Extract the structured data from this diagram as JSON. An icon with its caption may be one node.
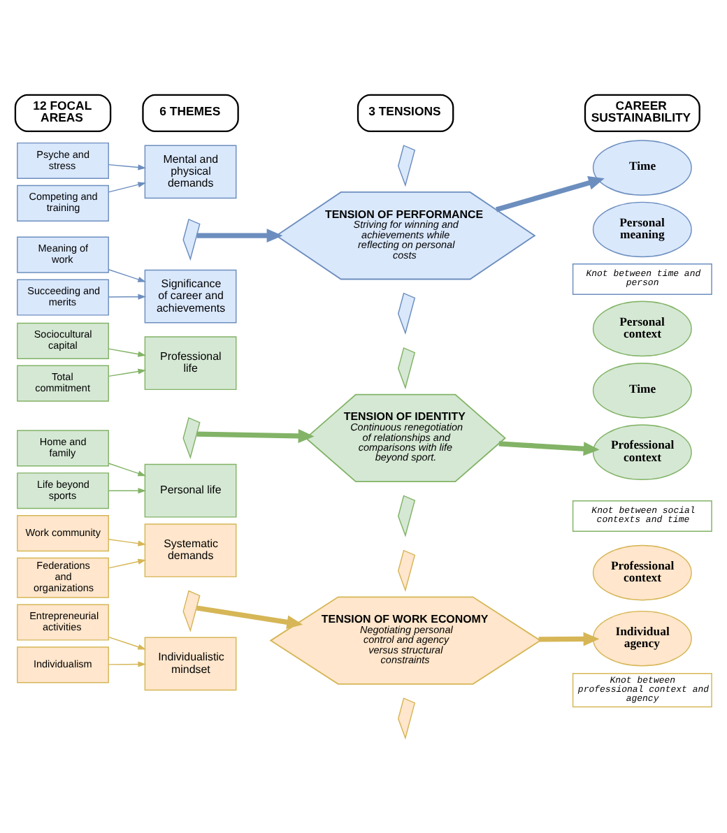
{
  "diagram": {
    "nodes": [
      {
        "text": [
          "12 FOCAL AREAS"
        ]
      },
      {
        "text": [
          "6 THEMES"
        ]
      },
      {
        "text": [
          "3 TENSIONS"
        ]
      },
      {
        "text": [
          "CAREER SUSTAINABILITY"
        ]
      },
      {
        "text": [
          "Psyche and stress"
        ]
      },
      {
        "text": [
          "Competing and training"
        ]
      },
      {
        "text": [
          "Meaning of work"
        ]
      },
      {
        "text": [
          "Succeeding and merits"
        ]
      },
      {
        "text": [
          "Mental and physical demands"
        ]
      },
      {
        "text": [],
        "shape": "lightning"
      },
      {
        "text": [
          "Significance of career and achievements"
        ]
      },
      {
        "text": [],
        "shape": "lightning"
      },
      {
        "text": [
          "TENSION OF PERFORMANCE",
          "Striving for winning and achievements while reflecting on personal costs"
        ]
      },
      {
        "text": [],
        "shape": "lightning"
      },
      {
        "text": [
          "Time"
        ]
      },
      {
        "text": [
          "Personal meaning"
        ]
      },
      {
        "text": [
          "Knot between time and person"
        ]
      },
      {
        "text": [
          "Sociocultural capital"
        ]
      },
      {
        "text": [
          "Total commitment"
        ]
      },
      {
        "text": [
          "Home and family"
        ]
      },
      {
        "text": [
          "Life beyond sports"
        ]
      },
      {
        "text": [
          "Professional life"
        ]
      },
      {
        "text": [],
        "shape": "lightning"
      },
      {
        "text": [
          "Personal life"
        ]
      },
      {
        "text": [],
        "shape": "lightning"
      },
      {
        "text": [
          "TENSION OF IDENTITY",
          "Continuous renegotiation of relationships and comparisons with life beyond sport."
        ]
      },
      {
        "text": [],
        "shape": "lightning"
      },
      {
        "text": [
          "Personal context"
        ]
      },
      {
        "text": [
          "Time"
        ]
      },
      {
        "text": [
          "Professional context"
        ]
      },
      {
        "text": [
          "Knot between social contexts and time"
        ]
      },
      {
        "text": [
          "Work community"
        ]
      },
      {
        "text": [
          "Federations and organizations"
        ]
      },
      {
        "text": [
          "Entrepreneurial activities"
        ]
      },
      {
        "text": [
          "Individualism"
        ]
      },
      {
        "text": [
          "Systematic demands"
        ]
      },
      {
        "text": [],
        "shape": "lightning"
      },
      {
        "text": [
          "Individualistic mindset"
        ]
      },
      {
        "text": [],
        "shape": "lightning"
      },
      {
        "text": [
          "TENSION OF WORK ECONOMY",
          "Negotiating personal control and agency versus structural constraints"
        ]
      },
      {
        "text": [],
        "shape": "lightning"
      },
      {
        "text": [
          "Professional context"
        ]
      },
      {
        "text": [
          "Individual agency"
        ]
      },
      {
        "text": [
          "Knot between professional context and agency"
        ]
      }
    ],
    "edges": [
      {
        "from": 4,
        "to": 8,
        "arrow": "to",
        "color": "#6c8ebf"
      },
      {
        "from": 5,
        "to": 8,
        "arrow": "to",
        "color": "#6c8ebf"
      },
      {
        "from": 6,
        "to": 10,
        "arrow": "to",
        "color": "#6c8ebf"
      },
      {
        "from": 7,
        "to": 10,
        "arrow": "to",
        "color": "#6c8ebf"
      },
      {
        "from": 9,
        "to": 12,
        "arrow": "to",
        "style": "thick",
        "color": "#6c8ebf"
      },
      {
        "from": 12,
        "to": 14,
        "arrow": "to",
        "style": "thick",
        "color": "#6c8ebf"
      },
      {
        "from": 17,
        "to": 21,
        "arrow": "to",
        "color": "#82b366"
      },
      {
        "from": 18,
        "to": 21,
        "arrow": "to",
        "color": "#82b366"
      },
      {
        "from": 19,
        "to": 23,
        "arrow": "to",
        "color": "#82b366"
      },
      {
        "from": 20,
        "to": 23,
        "arrow": "to",
        "color": "#82b366"
      },
      {
        "from": 22,
        "to": 25,
        "arrow": "to",
        "style": "thick",
        "color": "#82b366"
      },
      {
        "from": 25,
        "to": 29,
        "arrow": "to",
        "style": "thick",
        "color": "#82b366"
      },
      {
        "from": 31,
        "to": 35,
        "arrow": "to",
        "color": "#d6b656"
      },
      {
        "from": 32,
        "to": 35,
        "arrow": "to",
        "color": "#d6b656"
      },
      {
        "from": 33,
        "to": 37,
        "arrow": "to",
        "color": "#d6b656"
      },
      {
        "from": 34,
        "to": 37,
        "arrow": "to",
        "color": "#d6b656"
      },
      {
        "from": 36,
        "to": 39,
        "arrow": "to",
        "style": "thick",
        "color": "#d6b656"
      },
      {
        "from": 39,
        "to": 42,
        "arrow": "to",
        "style": "thick",
        "color": "#d6b656"
      }
    ]
  }
}
